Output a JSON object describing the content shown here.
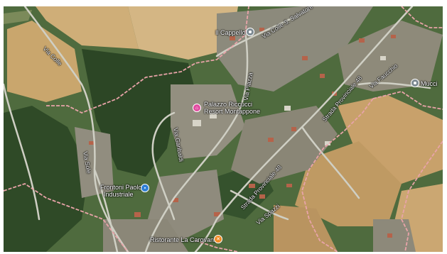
{
  "map": {
    "places": [
      {
        "id": "cappello",
        "name": "Il Cappello",
        "icon": "place-pin-icon"
      },
      {
        "id": "mucci",
        "name": "Mucci",
        "icon": "place-pin-icon"
      },
      {
        "id": "palazzo",
        "name_line1": "Palazzo Riccucci",
        "name_line2": "Resort Montappone",
        "icon": "hotel-pin-icon"
      },
      {
        "id": "frontoni",
        "name_line1": "Frontoni Paolo",
        "name_line2": "Industriale",
        "icon": "shopping-pin-icon"
      },
      {
        "id": "carovana",
        "name": "Ristorante La Carovana",
        "icon": "restaurant-pin-icon"
      }
    ],
    "roads": {
      "via_colle": "Via Colle",
      "via_colle_s_salvatore": "Via Colle S. Salvatore",
      "via_piazza": "Via Piazza",
      "via_faucchio": "Via Faucchio",
      "strada_provinciale_upper": "Strada Provinciale 48",
      "strada_provinciale_lower": "Strada Provinciale 48",
      "via_spazzi": "Via Spazzi",
      "via_sole": "Via Sole",
      "via_garibaldi": "Via Garibaldi"
    },
    "colors": {
      "boundary": "#e8a3a8",
      "forest": "#2f4a27",
      "field": "#c8a66f",
      "road": "#cfcfc4",
      "pin_place": "#7d8a92",
      "pin_hotel": "#e24aa0",
      "pin_shop": "#2f7fd6",
      "pin_restaurant": "#f08a24"
    }
  }
}
